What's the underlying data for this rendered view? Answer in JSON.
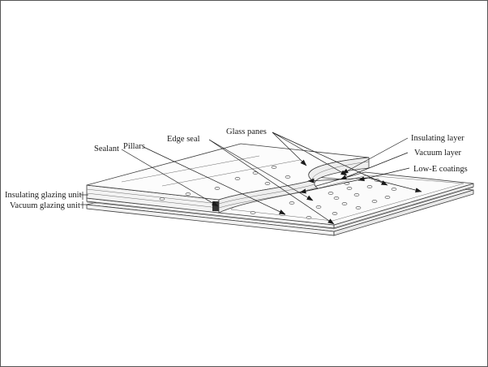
{
  "figure": {
    "labels": {
      "glass_panes": "Glass panes",
      "edge_seal": "Edge seal",
      "pillars": "Pillars",
      "sealant": "Sealant",
      "insulating_layer": "Insulating layer",
      "vacuum_layer": "Vacuum layer",
      "low_e_coatings": "Low-E coatings",
      "insulating_glazing_unit": "Insulating glazing unit",
      "vacuum_glazing_unit": "Vacuum glazing unit"
    },
    "colors": {
      "line": "#3a3a3a",
      "glass_fill": "#fafafa",
      "background": "#ffffff"
    }
  }
}
